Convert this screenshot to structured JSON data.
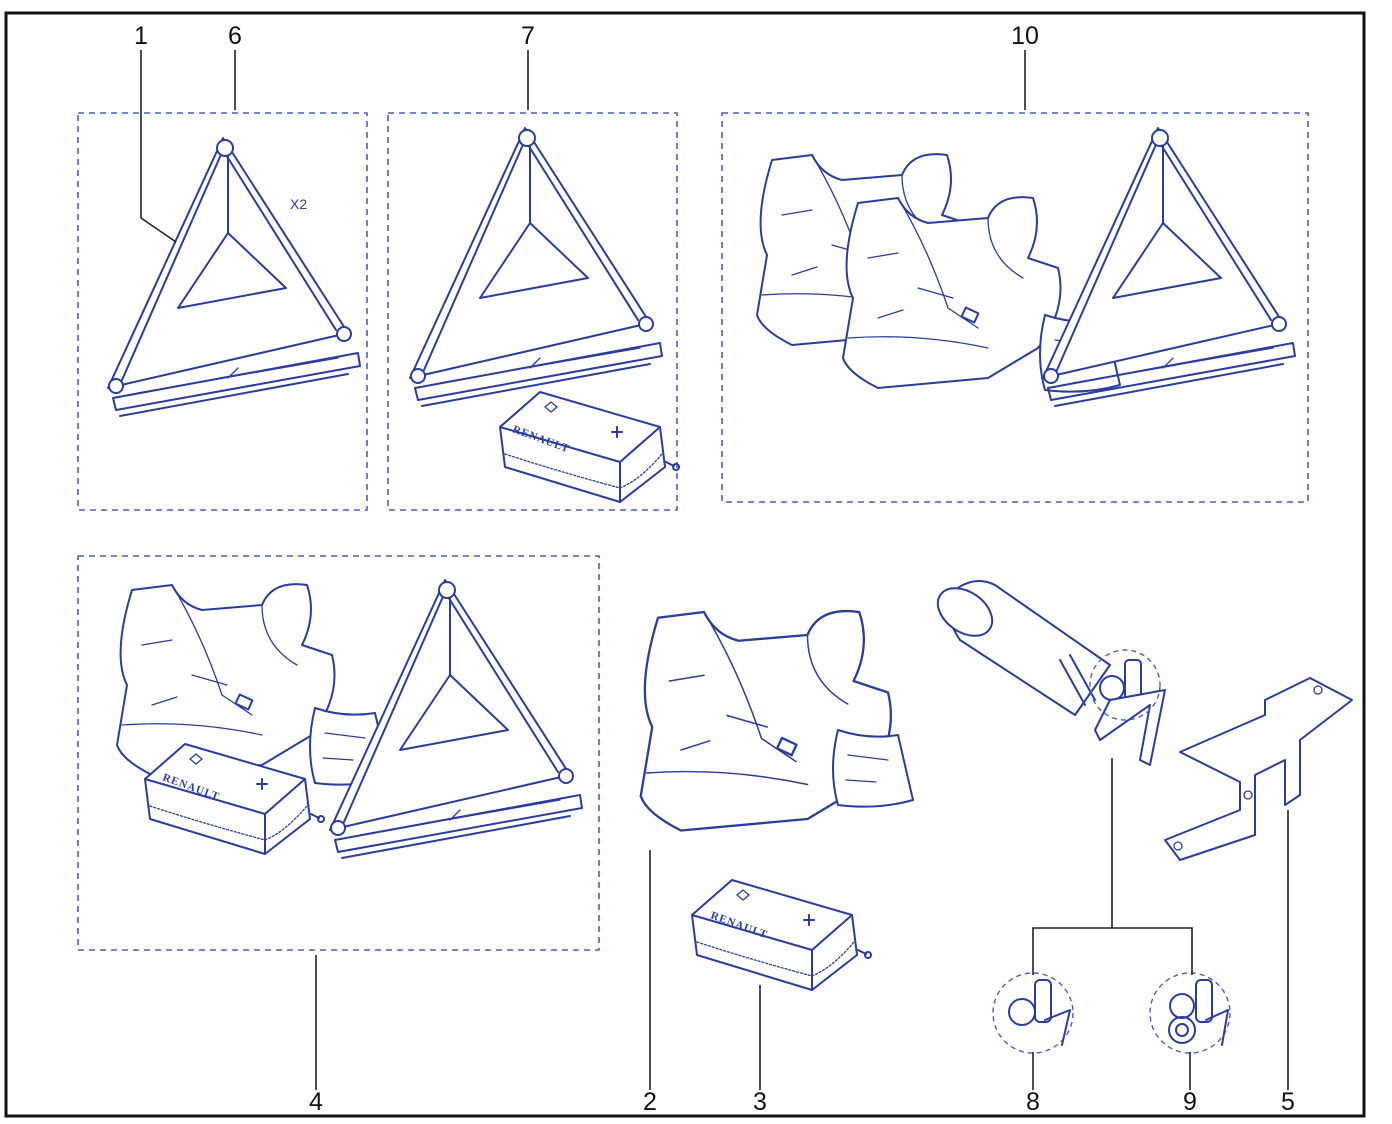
{
  "diagram": {
    "labels": {
      "n1": "1",
      "n2": "2",
      "n3": "3",
      "n4": "4",
      "n5": "5",
      "n6": "6",
      "n7": "7",
      "n8": "8",
      "n9": "9",
      "n10": "10"
    },
    "quantity_note": "X2",
    "brand_text": "RENAULT",
    "colors": {
      "ink": "#2a3d9e",
      "frame": "#111111",
      "leader": "#222222"
    }
  }
}
